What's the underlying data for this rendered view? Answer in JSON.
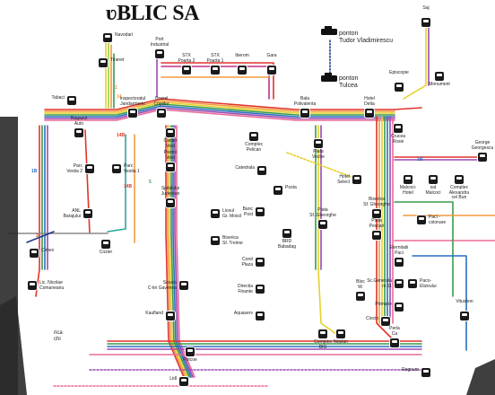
{
  "title": "ʋBLIC SA",
  "colors": {
    "red": "#e0342c",
    "orange": "#f39a3a",
    "yellow": "#e6d02a",
    "green": "#3a9a4a",
    "teal": "#2aa89a",
    "blue": "#2a6fc0",
    "navy": "#1f3a8a",
    "purple": "#9a4ab0",
    "pink": "#e86a9a",
    "magenta": "#c0308a",
    "gray": "#8a8a8a",
    "lightgreen": "#9acd4a"
  },
  "legend": {
    "ponton_td": "ponton\nTudor Vladimirescu",
    "ponton_tulcea": "ponton\nTulcea"
  },
  "stations": [
    {
      "id": "navodari",
      "label": "Navodari"
    },
    {
      "id": "tineretului",
      "label": "Tineret"
    },
    {
      "id": "tabaci",
      "label": "Tabaci"
    },
    {
      "id": "port_industrial",
      "label": "Port\nIndustrial"
    },
    {
      "id": "stx_poarta2",
      "label": "STX\nPoarta 2"
    },
    {
      "id": "stx_poarta1",
      "label": "STX\nPoarta 1"
    },
    {
      "id": "iberom",
      "label": "Iberom"
    },
    {
      "id": "gara",
      "label": "Gara"
    },
    {
      "id": "bala_poliv",
      "label": "Bala\nPolivalenta"
    },
    {
      "id": "hotel_delta",
      "label": "Hotel\nDelta"
    },
    {
      "id": "episcopie",
      "label": "Episcopie"
    },
    {
      "id": "monument",
      "label": "Monument"
    },
    {
      "id": "saj",
      "label": "Saj"
    },
    {
      "id": "crucea",
      "label": "Crucea\nRosie"
    },
    {
      "id": "inspectorat",
      "label": "Inspectoratul\nJandarmerie"
    },
    {
      "id": "orasel",
      "label": "Orasel\nCopiilor"
    },
    {
      "id": "ragaz",
      "label": "Ragazul\nAuto"
    },
    {
      "id": "parc_vest2",
      "label": "Parc\nVestia 2"
    },
    {
      "id": "parc_vest1",
      "label": "Parc\nVestia 1"
    },
    {
      "id": "anl",
      "label": "ANL\nBarajului"
    },
    {
      "id": "cimex",
      "label": "Cimex"
    },
    {
      "id": "cozier",
      "label": "Cozier"
    },
    {
      "id": "lic_comaneanu",
      "label": "Lic. Nicolae\nComaneanu"
    },
    {
      "id": "cartier_vest",
      "label": "Cartier\nVest"
    },
    {
      "id": "pietroi_vest",
      "label": "Pietroi\nVest"
    },
    {
      "id": "spitalul",
      "label": "Spitalului\nJudetean"
    },
    {
      "id": "liceul_moisil",
      "label": "Liceul\nGr. Moisil"
    },
    {
      "id": "biserica_troime",
      "label": "Biserica\nSf. Treime"
    },
    {
      "id": "scoala_gavenea",
      "label": "Scoala\nC-tin Gavenea"
    },
    {
      "id": "kaufland",
      "label": "Kaufland"
    },
    {
      "id": "potcoe",
      "label": "Potcoe"
    },
    {
      "id": "lidl",
      "label": "Lidl"
    },
    {
      "id": "complex_pelican",
      "label": "Complex\nPelican"
    },
    {
      "id": "piata_veche",
      "label": "Piata\nVeche"
    },
    {
      "id": "catedrala",
      "label": "Catedrala"
    },
    {
      "id": "posta",
      "label": "Posta"
    },
    {
      "id": "banc_post",
      "label": "Banc\nPost"
    },
    {
      "id": "brd",
      "label": "BRD\nBabadag"
    },
    {
      "id": "corel_plaza",
      "label": "Corel\nPlaza"
    },
    {
      "id": "directia_finante",
      "label": "Directia\nFinante"
    },
    {
      "id": "aquaserv",
      "label": "Aquaserv"
    },
    {
      "id": "piata_sf",
      "label": "Piata\nSf. Gheorghe"
    },
    {
      "id": "hotel_select",
      "label": "Hotel\nSelect"
    },
    {
      "id": "biserica_sf",
      "label": "Biserica\nSf. Gheorghe"
    },
    {
      "id": "malcoci_hotel",
      "label": "Malcoci-\nHotel"
    },
    {
      "id": "sat_malcoci",
      "label": "sat\nMalcoci"
    },
    {
      "id": "complex_alex",
      "label": "Complex\nAlexandru\ncel Bun"
    },
    {
      "id": "george_georgescu",
      "label": "George\nGeorgescu"
    },
    {
      "id": "piata_pescari",
      "label": "Piata\nPescari"
    },
    {
      "id": "paci_colonare",
      "label": "Paci -\ncolonare"
    },
    {
      "id": "eternitatii",
      "label": "Eternitatii\nPaci"
    },
    {
      "id": "sc_generala",
      "label": "Sc.Generala\nnr.11"
    },
    {
      "id": "primarie",
      "label": "Primarie"
    },
    {
      "id": "paco_elizeului",
      "label": "Paco-\nElizeului"
    },
    {
      "id": "bloc",
      "label": "Bloc\nW."
    },
    {
      "id": "ciocio",
      "label": "Ciocio"
    },
    {
      "id": "vitusbon",
      "label": "Vitusbon"
    },
    {
      "id": "complex_big",
      "label": "Complex\nBIG"
    },
    {
      "id": "neptun",
      "label": "Neptun"
    },
    {
      "id": "perla",
      "label": "Perla\nCa"
    },
    {
      "id": "regnum",
      "label": "Regnum"
    }
  ],
  "line_labels": [
    "14B",
    "1",
    "1B",
    "14B",
    "5",
    "14",
    "3",
    "1B"
  ],
  "corner_text": "rica\nchi"
}
